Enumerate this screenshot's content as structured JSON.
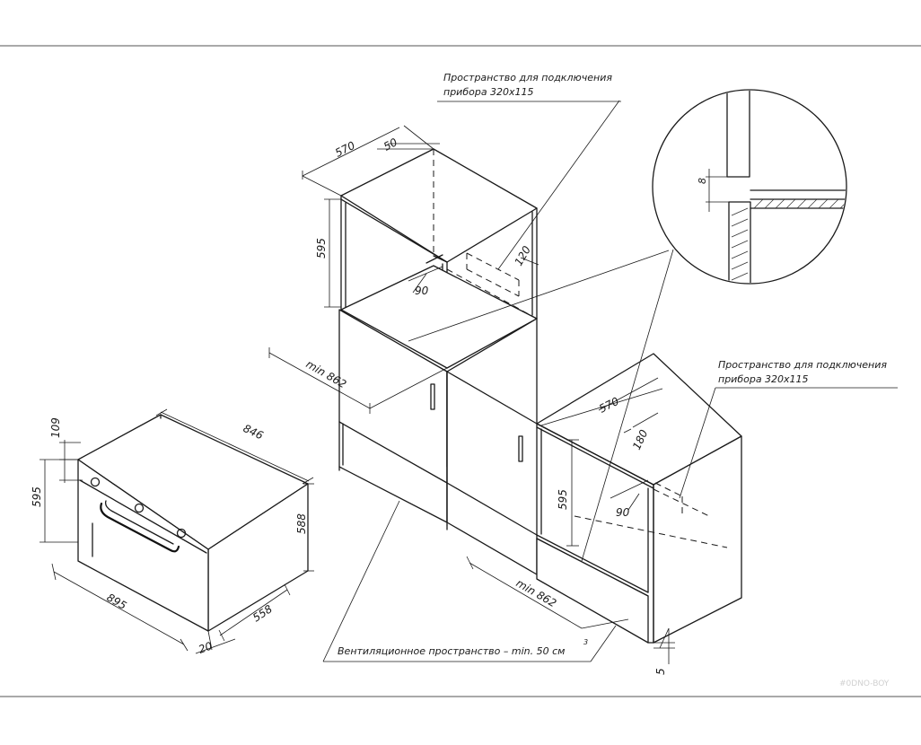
{
  "notes": {
    "connection_top_line1": "Пространство для подключения",
    "connection_top_line2": "прибора 320x115",
    "connection_right_line1": "Пространство для подключения",
    "connection_right_line2": "прибора 320x115",
    "ventilation_label": "Вентиляционное пространство – min. 50 см",
    "ventilation_sup": "3"
  },
  "dimensions": {
    "upper_cabinet_width": "570",
    "upper_cabinet_gap": "50",
    "upper_cabinet_height": "595",
    "upper_cutout_width": "120",
    "upper_cutout_depth": "90",
    "upper_min_depth": "min 862",
    "detail_gap": "8",
    "oven_depth": "846",
    "oven_panel_height": "109",
    "oven_total_height": "595",
    "oven_body_height": "588",
    "oven_width": "895",
    "oven_body_depth": "558",
    "oven_offset": "20",
    "lower_cabinet_width": "570",
    "lower_cutout_width": "180",
    "lower_cabinet_height": "595",
    "lower_cutout_depth": "90",
    "lower_min_depth": "min 862",
    "plinth_gap": "5"
  },
  "watermark": "#0DNO-BOY"
}
